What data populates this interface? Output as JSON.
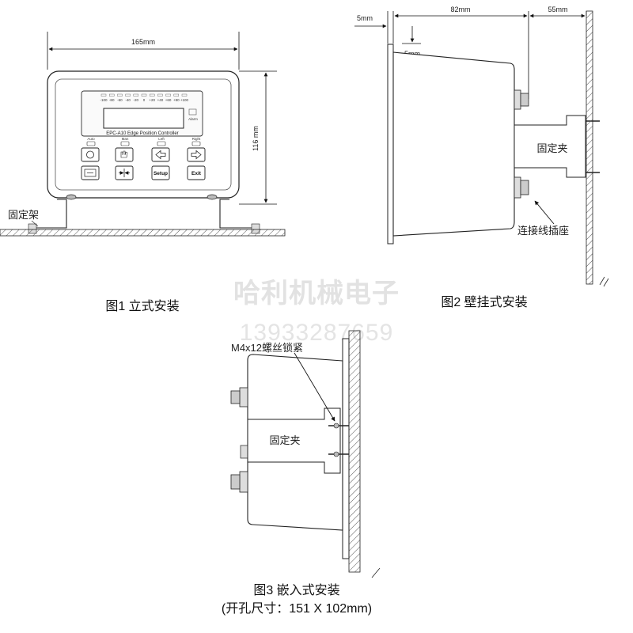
{
  "fig1": {
    "caption": "图1 立式安装",
    "width_dim": "165mm",
    "height_dim": "116 mm",
    "bracket_label": "固定架",
    "alarm_label": "Alarm",
    "model_text": "EPC-A10   Edge Position Controller",
    "scale_ticks": [
      "-100",
      "-80",
      "-60",
      "-40",
      "-20",
      "0",
      "+20",
      "+40",
      "+60",
      "+80",
      "+100"
    ],
    "indicators": [
      "Auto",
      "Man",
      "Left",
      "Right"
    ],
    "buttons": [
      "",
      "",
      "",
      "",
      "",
      "",
      "Setup",
      "Exit"
    ]
  },
  "fig2": {
    "caption": "图2 壁挂式安装",
    "dim_left": "5mm",
    "dim_top": "82mm",
    "dim_right": "55mm",
    "dim_small": "5mm",
    "clip_label": "固定夹",
    "connector_label": "连接线插座"
  },
  "fig3": {
    "caption_line1": "图3 嵌入式安装",
    "caption_line2": "(开孔尺寸：151 X 102mm)",
    "screw_label": "M4x12螺丝锁紧",
    "clip_label": "固定夹"
  },
  "watermark": {
    "name": "哈利机械电子",
    "phone": "13933287659"
  }
}
